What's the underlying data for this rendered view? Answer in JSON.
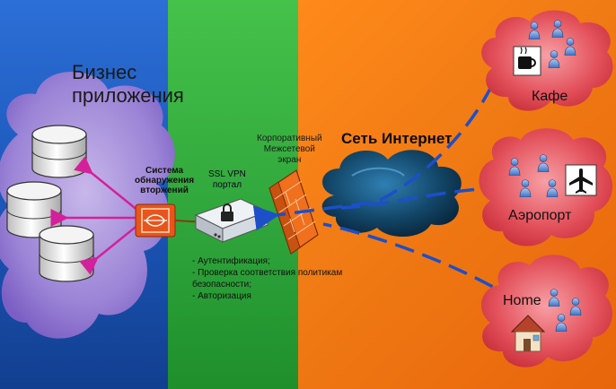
{
  "labels": {
    "business_apps": [
      "Бизнес",
      "приложения"
    ],
    "intrusion_detection": [
      "Система",
      "обнаружения",
      "вторжений"
    ],
    "ssl_vpn": [
      "SSL VPN",
      "портал"
    ],
    "firewall": [
      "Корпоративный",
      "Межсетевой",
      "экран"
    ],
    "internet": "Сеть Интернет",
    "cafe": "Кафе",
    "airport": "Аэропорт",
    "home": "Home"
  },
  "features": [
    "- Аутентификация;",
    "- Проверка соответствия политикам",
    "безопасности;",
    "- Авторизация"
  ],
  "colors": {
    "zone_blue": "#1f5fbf",
    "zone_green": "#35b03f",
    "zone_orange": "#f07a14",
    "arrows": "#d4209a",
    "tunnel": "#1d4fc8",
    "user_cloud": "#e0434f"
  },
  "icons": [
    "database-icon",
    "intrusion-detection-icon",
    "vpn-appliance-icon",
    "lock-icon",
    "firewall-icon",
    "internet-cloud-icon",
    "coffee-cup-icon",
    "airplane-icon",
    "house-icon",
    "user-icon"
  ]
}
